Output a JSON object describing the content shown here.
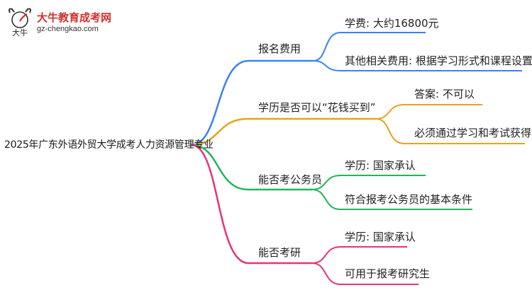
{
  "logo": {
    "title": "大牛教育成考网",
    "url": "gz-chengkao.com",
    "mark_text": "大牛"
  },
  "root": {
    "label": "2025年广东外语外贸大学成考人力资源管理专业"
  },
  "colors": {
    "fee": "#3b82f6",
    "buy": "#e6a31a",
    "civil": "#22b55a",
    "grad": "#e8337a"
  },
  "branches": [
    {
      "label": "报名费用",
      "children": [
        "学费: 大约16800元",
        "其他相关费用: 根据学习形式和课程设置而异"
      ]
    },
    {
      "label": "学历是否可以“花钱买到”",
      "children": [
        "答案: 不可以",
        "必须通过学习和考试获得学历"
      ]
    },
    {
      "label": "能否考公务员",
      "children": [
        "学历: 国家承认",
        "符合报考公务员的基本条件"
      ]
    },
    {
      "label": "能否考研",
      "children": [
        "学历: 国家承认",
        "可用于报考研究生"
      ]
    }
  ]
}
